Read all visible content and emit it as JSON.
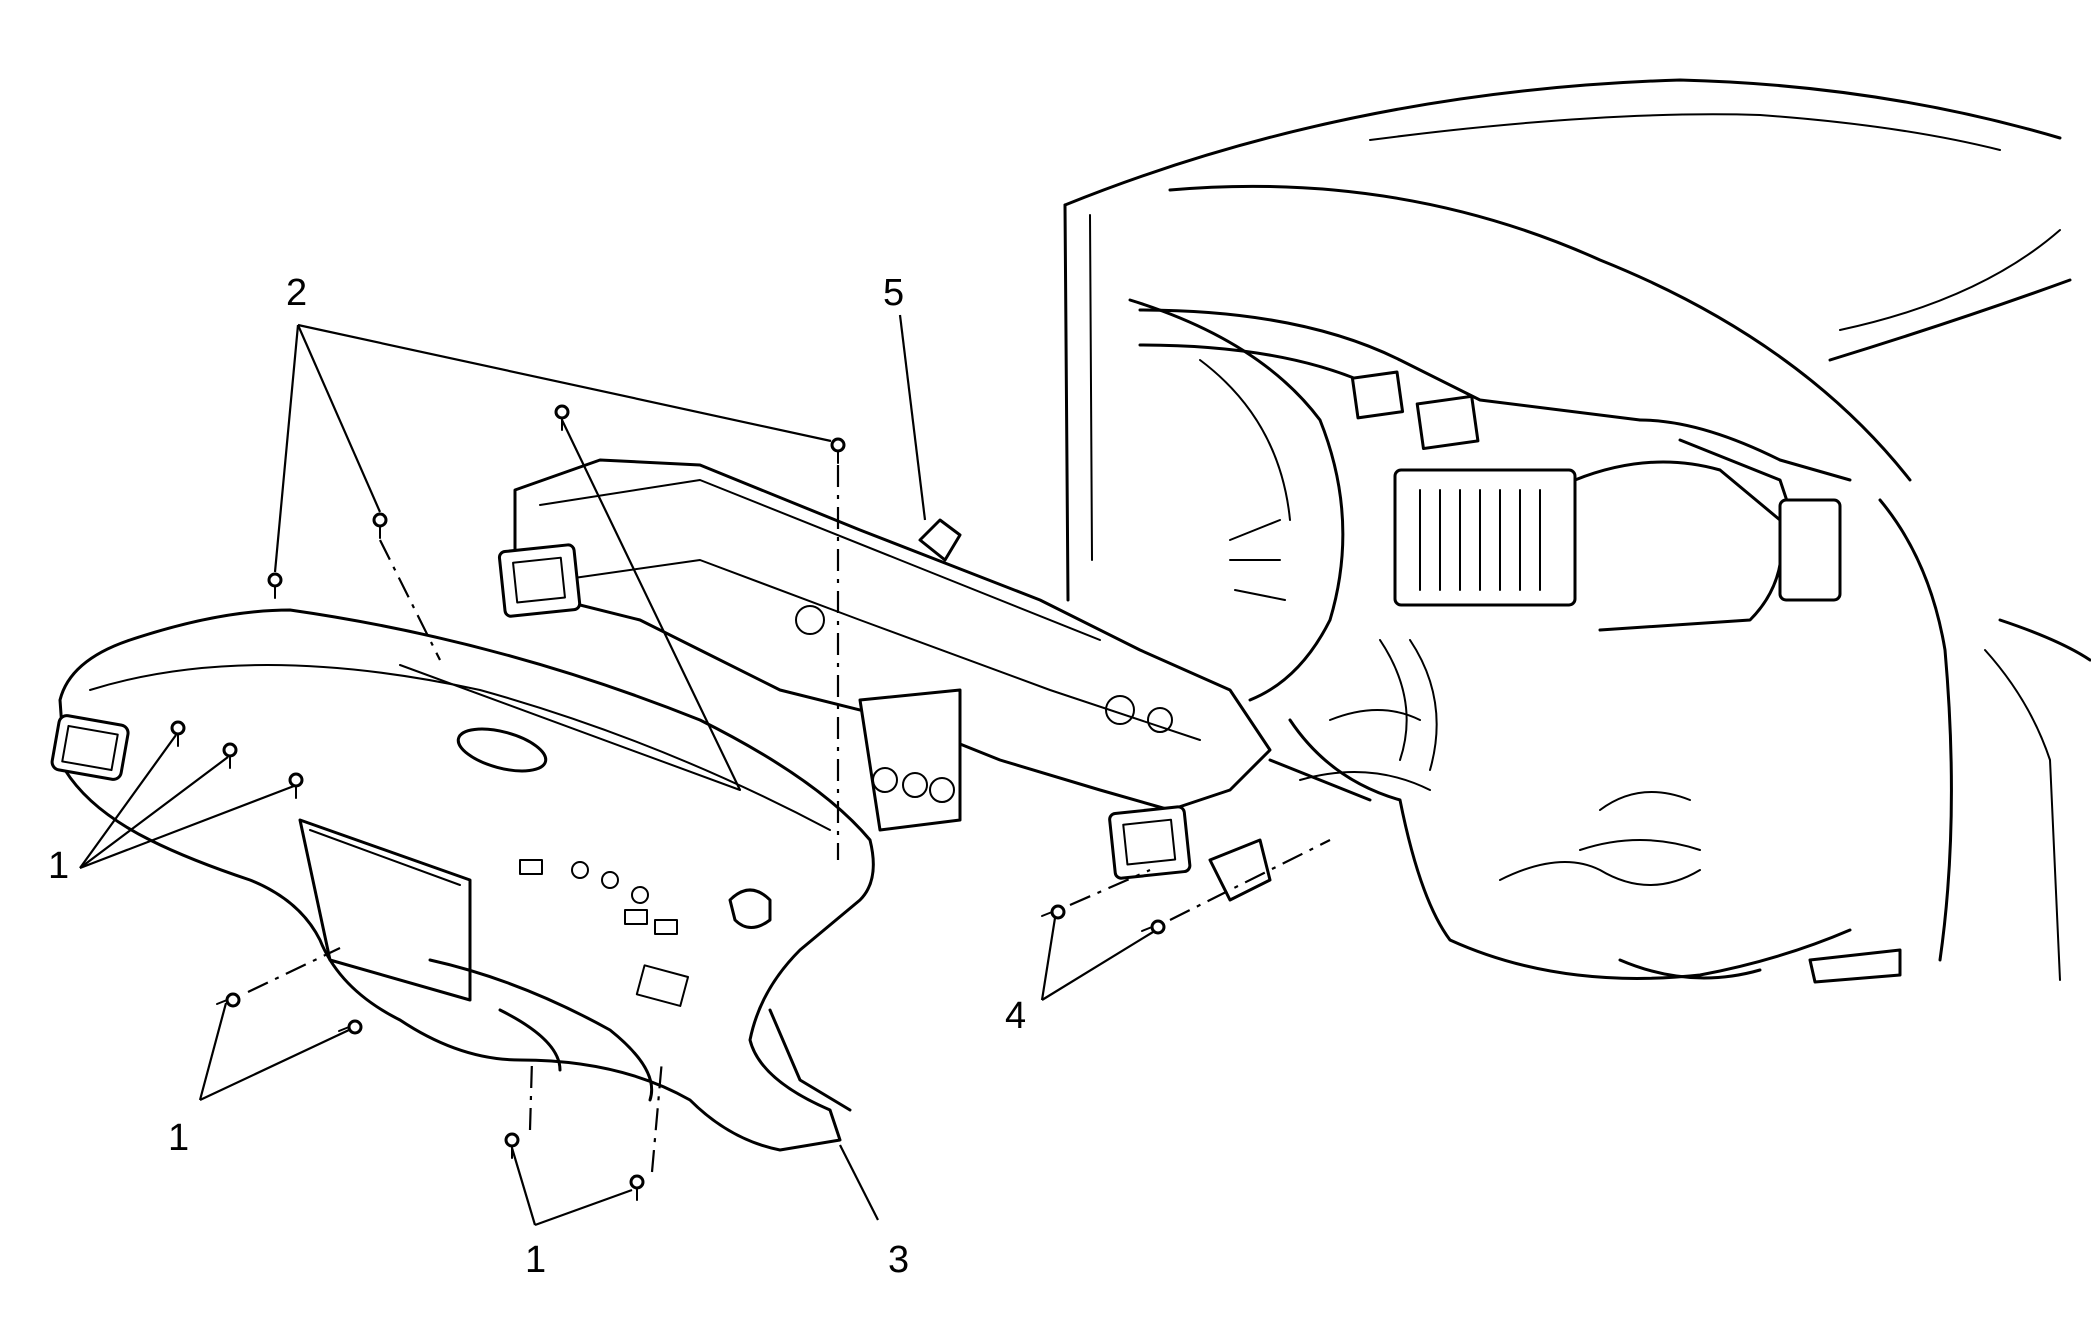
{
  "callouts": [
    {
      "id": "c1a",
      "text": "1"
    },
    {
      "id": "c1b",
      "text": "1"
    },
    {
      "id": "c1c",
      "text": "1"
    },
    {
      "id": "c2",
      "text": "2"
    },
    {
      "id": "c3",
      "text": "3"
    },
    {
      "id": "c4",
      "text": "4"
    },
    {
      "id": "c5",
      "text": "5"
    }
  ],
  "parts": [
    {
      "name": "instrument-panel",
      "callout": "3"
    },
    {
      "name": "instrument-panel-carrier",
      "callout": "5"
    },
    {
      "name": "vehicle-body-front",
      "callout": ""
    }
  ]
}
